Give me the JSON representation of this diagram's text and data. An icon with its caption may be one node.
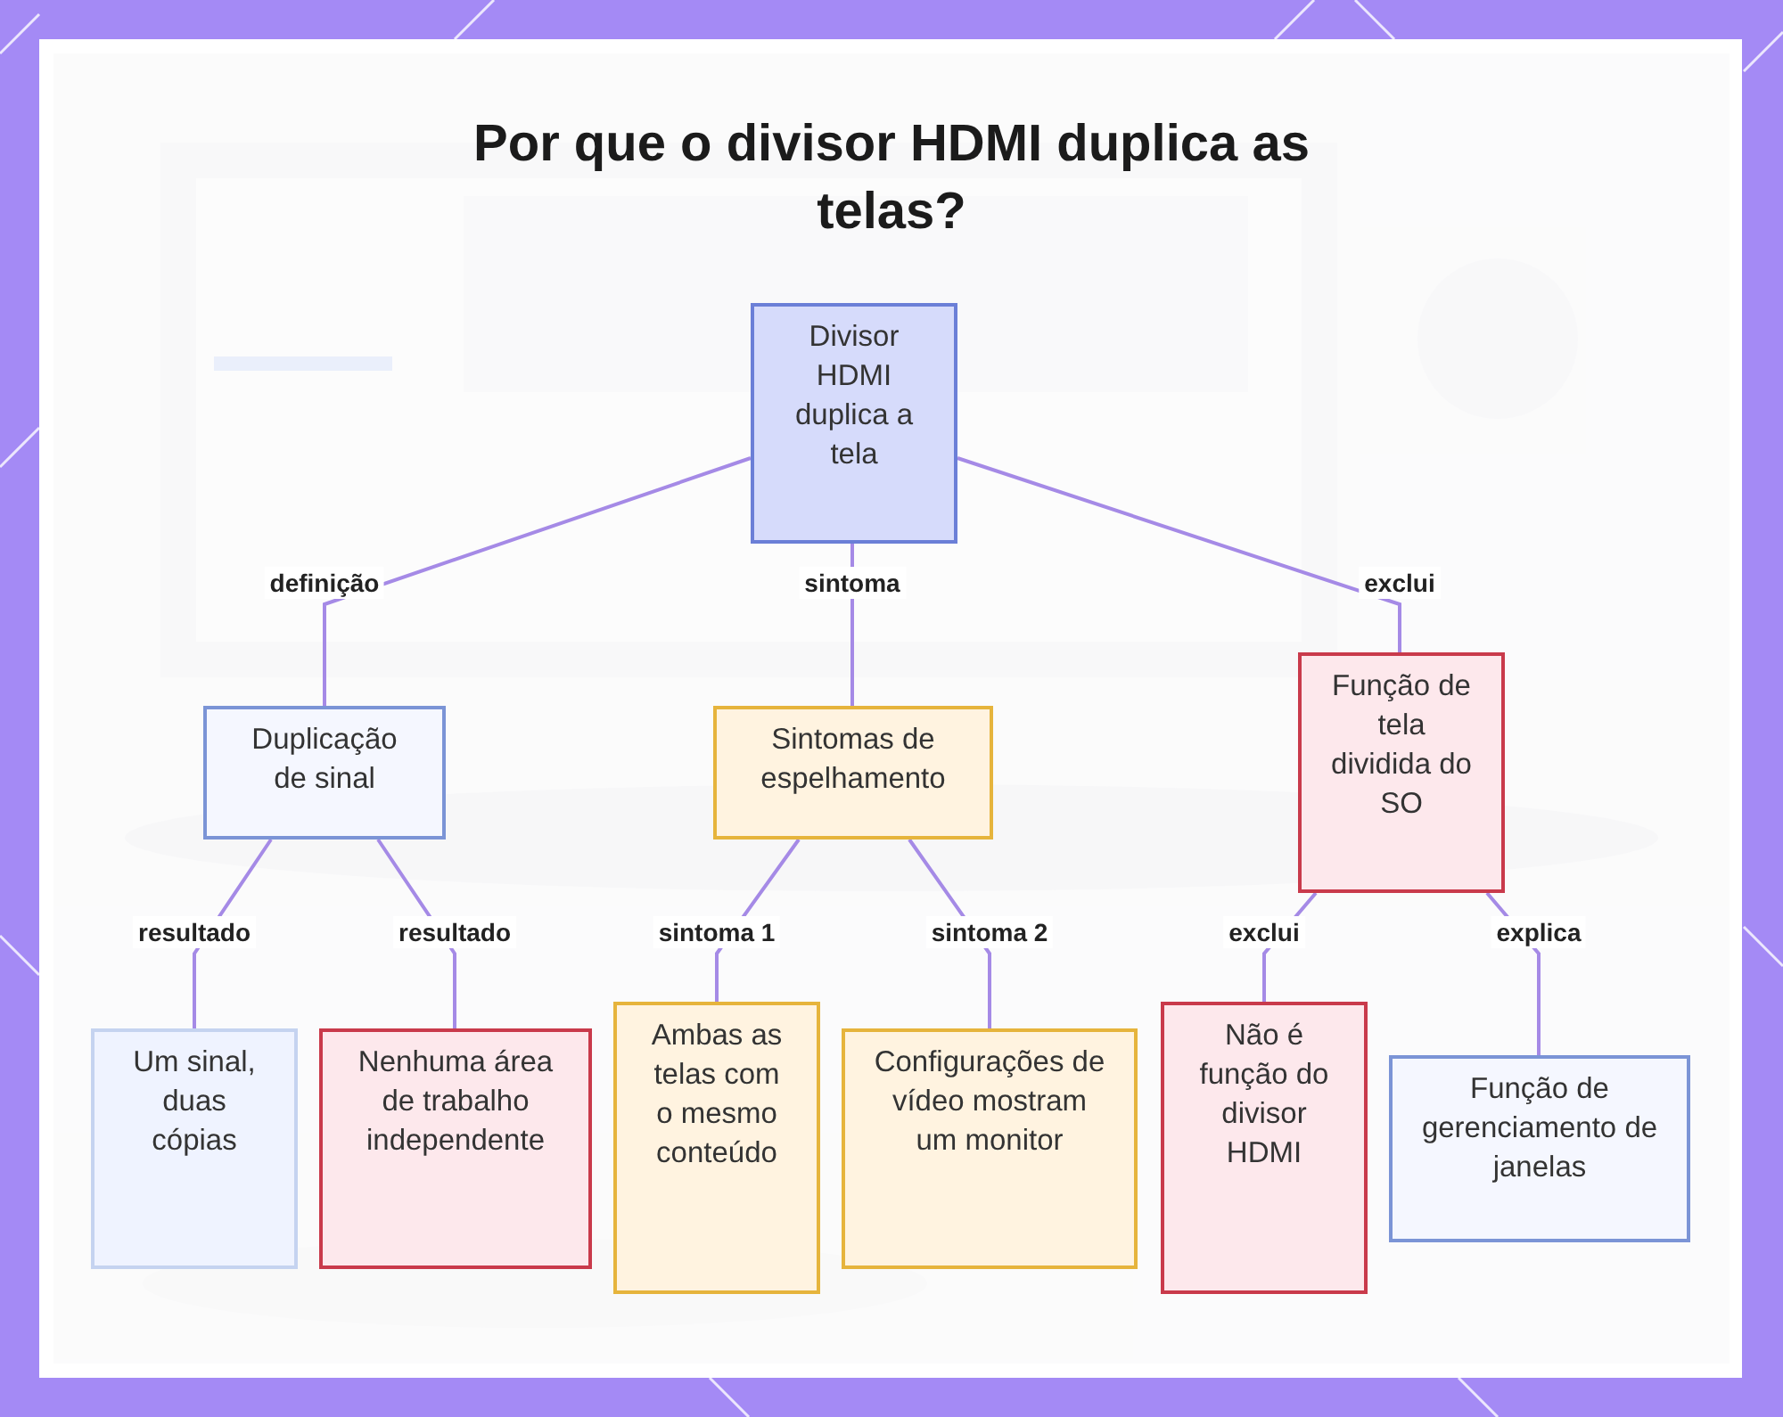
{
  "diagram": {
    "title": "Por que o divisor HDMI duplica as telas?",
    "nodes": [
      {
        "text": [
          "Divisor HDMI duplica a tela"
        ]
      },
      {
        "text": [
          "Duplicação de sinal"
        ]
      },
      {
        "text": [
          "Sintomas de espelhamento"
        ]
      },
      {
        "text": [
          "Função de tela dividida do SO"
        ]
      },
      {
        "text": [
          "Um sinal, duas cópias"
        ]
      },
      {
        "text": [
          "Nenhuma área de trabalho independente"
        ]
      },
      {
        "text": [
          "Ambas as telas com o mesmo conteúdo"
        ]
      },
      {
        "text": [
          "Configurações de vídeo mostram um monitor"
        ]
      },
      {
        "text": [
          "Não é função do divisor HDMI"
        ]
      },
      {
        "text": [
          "Função de gerenciamento de janelas"
        ]
      }
    ],
    "edges": [
      {
        "from": 0,
        "to": 1,
        "arrow": "none",
        "label": "definição"
      },
      {
        "from": 0,
        "to": 2,
        "arrow": "none",
        "label": "sintoma"
      },
      {
        "from": 0,
        "to": 3,
        "arrow": "none",
        "label": "exclui"
      },
      {
        "from": 1,
        "to": 4,
        "arrow": "none",
        "label": "resultado"
      },
      {
        "from": 1,
        "to": 5,
        "arrow": "none",
        "label": "resultado"
      },
      {
        "from": 2,
        "to": 6,
        "arrow": "none",
        "label": "sintoma 1"
      },
      {
        "from": 2,
        "to": 7,
        "arrow": "none",
        "label": "sintoma 2"
      },
      {
        "from": 3,
        "to": 8,
        "arrow": "none",
        "label": "exclui"
      },
      {
        "from": 3,
        "to": 9,
        "arrow": "none",
        "label": "explica"
      }
    ]
  }
}
